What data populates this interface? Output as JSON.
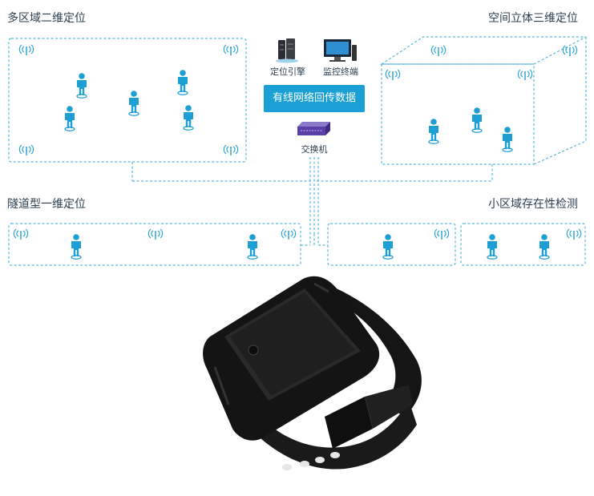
{
  "titles": {
    "top_left": "多区域二维定位",
    "top_right": "空间立体三维定位",
    "mid_left": "隧道型一维定位",
    "mid_right": "小区域存在性检测"
  },
  "server": {
    "engine_label": "定位引擎",
    "monitor_label": "监控终端",
    "network_label": "有线网络回传数据",
    "switch_label": "交换机"
  },
  "colors": {
    "accent": "#1ba0d6",
    "dash": "#5bb8dc",
    "person": "#1e9fd4",
    "device": "#111111"
  }
}
